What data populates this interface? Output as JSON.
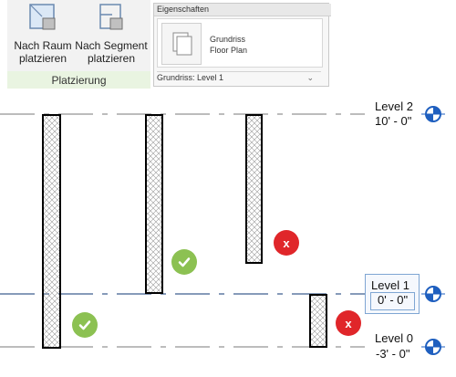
{
  "ribbon": {
    "placement": {
      "buttons": [
        {
          "line1": "Nach Raum",
          "line2": "platzieren"
        },
        {
          "line1": "Nach Segment",
          "line2": "platzieren"
        }
      ],
      "panel_label": "Platzierung",
      "accent_color": "#e9f4e1"
    },
    "properties": {
      "header": "Eigenschaften",
      "type_name": "Grundriss",
      "type_sub": "Floor Plan",
      "view_selector": "Grundriss: Level 1"
    }
  },
  "levels": [
    {
      "name": "Level 2",
      "elevation": "10' - 0\""
    },
    {
      "name": "Level 1",
      "elevation": "0' - 0\""
    },
    {
      "name": "Level 0",
      "elevation": "-3' - 0\""
    }
  ],
  "status_badges": [
    {
      "symbol": "✓",
      "kind": "valid",
      "color": "#8cc152"
    },
    {
      "symbol": "✓",
      "kind": "valid",
      "color": "#8cc152"
    },
    {
      "symbol": "x",
      "kind": "invalid",
      "color": "#e0262a"
    },
    {
      "symbol": "x",
      "kind": "invalid",
      "color": "#e0262a"
    }
  ],
  "colors": {
    "level_line": "#7a7a7a",
    "selected_level_line": "#3d5f8f",
    "level_marker": "#1f5fbf"
  }
}
